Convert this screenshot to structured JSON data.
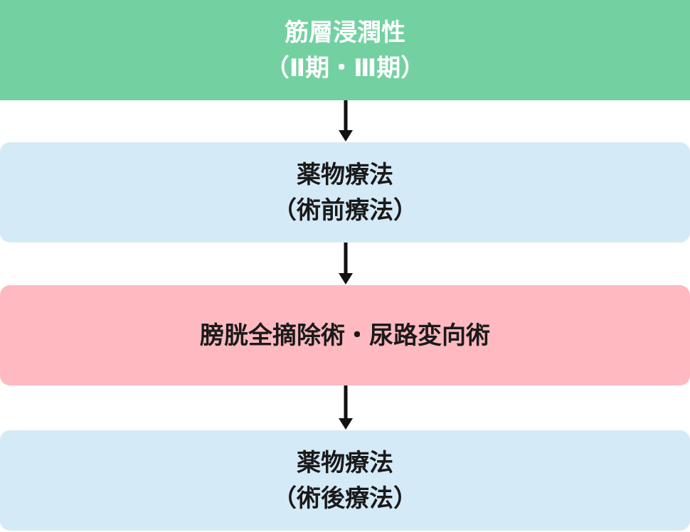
{
  "colors": {
    "header_bg": "#73d1a1",
    "header_text": "#ffffff",
    "drug_bg": "#d5eaf7",
    "surgery_bg": "#ffb9c0",
    "text": "#1a1a1a",
    "arrow": "#111111"
  },
  "steps": [
    {
      "line1": "筋層浸潤性",
      "line2": "（Ⅱ期・Ⅲ期）"
    },
    {
      "line1": "薬物療法",
      "line2": "（術前療法）"
    },
    {
      "line1": "膀胱全摘除術・尿路変向術"
    },
    {
      "line1": "薬物療法",
      "line2": "（術後療法）"
    }
  ]
}
